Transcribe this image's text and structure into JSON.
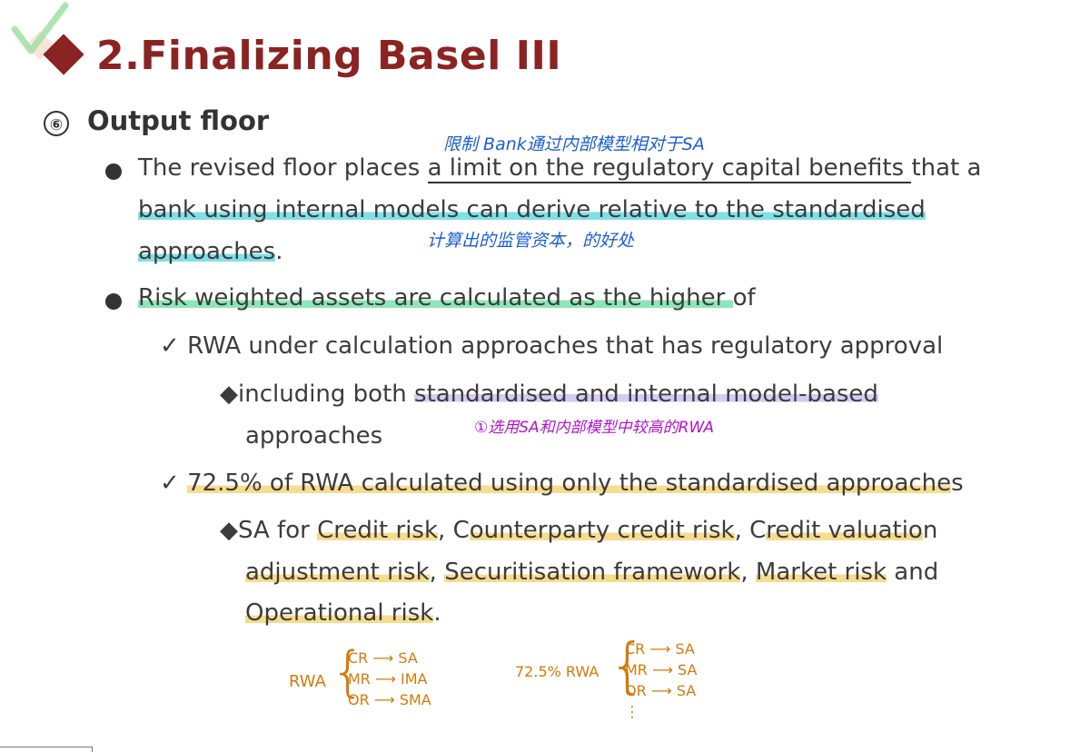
{
  "title": "2.Finalizing  Basel III",
  "section": {
    "number": "⑥",
    "title": "Output floor"
  },
  "bullet1": {
    "line1_pre": "The revised floor places ",
    "line1_ul": "a limit on the regulatory capital benefits ",
    "line1_post": "that a",
    "line2": "bank using internal models can derive relative to the standardised",
    "line3_hl": "approaches",
    "line3_end": "."
  },
  "bullet2": {
    "hl": "Risk weighted assets are calculated as the higher ",
    "post": "of"
  },
  "check1": {
    "mark": "✓",
    "text": "RWA under calculation approaches that has regulatory approval"
  },
  "sub1": {
    "mark": "◆",
    "pre": "including both ",
    "hl": "standardised and internal model-based",
    "line2": "approaches"
  },
  "check2": {
    "mark": "✓",
    "hl": "72.5% of RWA calculated using only the standardised approache",
    "post": "s"
  },
  "sub2": {
    "mark": "◆",
    "l1_a": "SA for ",
    "l1_b": "Credit risk",
    "l1_c": ", C",
    "l1_d": "ounterparty credit risk",
    "l1_e": ", C",
    "l1_f": "redit valuatio",
    "l1_g": "n",
    "l2_a": "adjustment risk",
    "l2_b": ", ",
    "l2_c": "Securitisation framework",
    "l2_d": ", ",
    "l2_e": "Market risk",
    "l2_f": " and",
    "l3_a": "Operational risk",
    "l3_b": "."
  },
  "annotations": {
    "blue_top": "限制 Bank通过内部模型相对于SA",
    "blue_bottom": "计算出的监管资本，的好处",
    "purple": "①选用SA和内部模型中较高的RWA",
    "left_label": "RWA",
    "left_rows": [
      {
        "from": "CR",
        "to": "SA"
      },
      {
        "from": "MR",
        "to": "IMA"
      },
      {
        "from": "OR",
        "to": "SMA"
      }
    ],
    "right_label": "72.5% RWA",
    "right_rows": [
      {
        "from": "CR",
        "to": "SA"
      },
      {
        "from": "MR",
        "to": "SA"
      },
      {
        "from": "OR",
        "to": "SA"
      }
    ],
    "right_more": "⋮"
  },
  "colors": {
    "title": "#8b2323",
    "blue_note": "#1a5fd0",
    "purple_note": "#b014c8",
    "orange_note": "#d47a0a"
  }
}
